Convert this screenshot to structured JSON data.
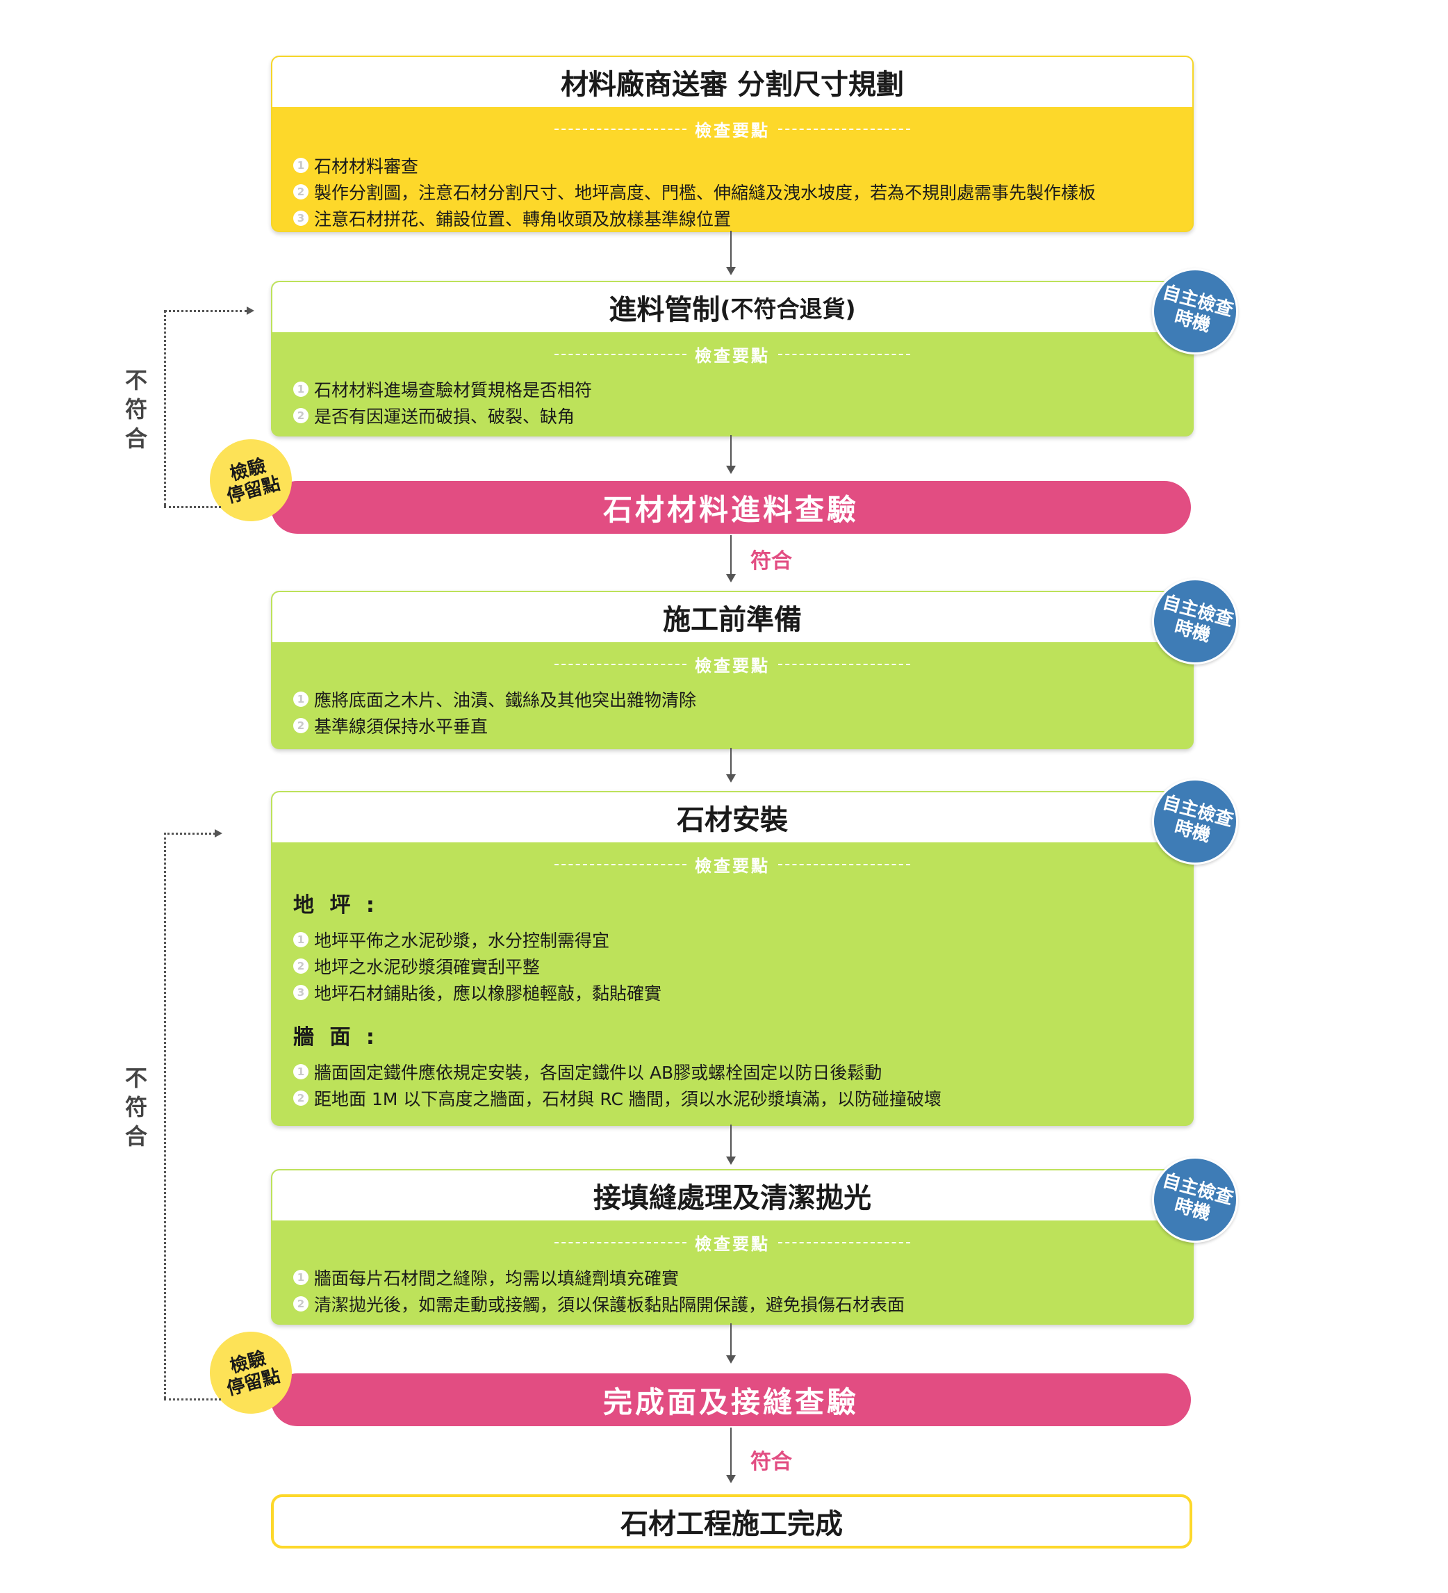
{
  "check_label": "檢查要點",
  "self_badge": [
    "自主檢查",
    "時機"
  ],
  "hold_badge": [
    "檢驗",
    "停留點"
  ],
  "pass_label": "符合",
  "reject_label": [
    "不",
    "符",
    "合"
  ],
  "steps": [
    {
      "title": "材料廠商送審 分割尺寸規劃",
      "items": [
        "石材材料審查",
        "製作分割圖，注意石材分割尺寸、地坪高度、門檻、伸縮縫及洩水坡度，若為不規則處需事先製作樣板",
        "注意石材拼花、鋪設位置、轉角收頭及放樣基準線位置"
      ]
    },
    {
      "title": "進料管制",
      "title_suffix": "(不符合退貨)",
      "items": [
        "石材材料進場查驗材質規格是否相符",
        "是否有因運送而破損、破裂、缺角"
      ]
    },
    {
      "title": "施工前準備",
      "items": [
        "應將底面之木片、油漬、鐵絲及其他突出雜物清除",
        "基準線須保持水平垂直"
      ]
    },
    {
      "title": "石材安裝",
      "sections": [
        {
          "heading": "地 坪 :",
          "items": [
            "地坪平佈之水泥砂漿，水分控制需得宜",
            "地坪之水泥砂漿須確實刮平整",
            "地坪石材鋪貼後，應以橡膠槌輕敲，黏貼確實"
          ]
        },
        {
          "heading": "牆 面 :",
          "items": [
            "牆面固定鐵件應依規定安裝，各固定鐵件以 AB膠或螺栓固定以防日後鬆動",
            "距地面 1M 以下高度之牆面，石材與 RC 牆間，須以水泥砂漿填滿，以防碰撞破壞"
          ]
        }
      ]
    },
    {
      "title": "接填縫處理及清潔拋光",
      "items": [
        "牆面每片石材間之縫隙，均需以填縫劑填充確實",
        "清潔拋光後，如需走動或接觸，須以保護板黏貼隔開保護，避免損傷石材表面"
      ]
    }
  ],
  "inspections": [
    "石材材料進料查驗",
    "完成面及接縫查驗"
  ],
  "final": "石材工程施工完成",
  "colors": {
    "yellow": "#fdd82a",
    "green": "#bde25a",
    "pink": "#e24d82",
    "blue": "#3e7cb6",
    "hold": "#fde257"
  }
}
